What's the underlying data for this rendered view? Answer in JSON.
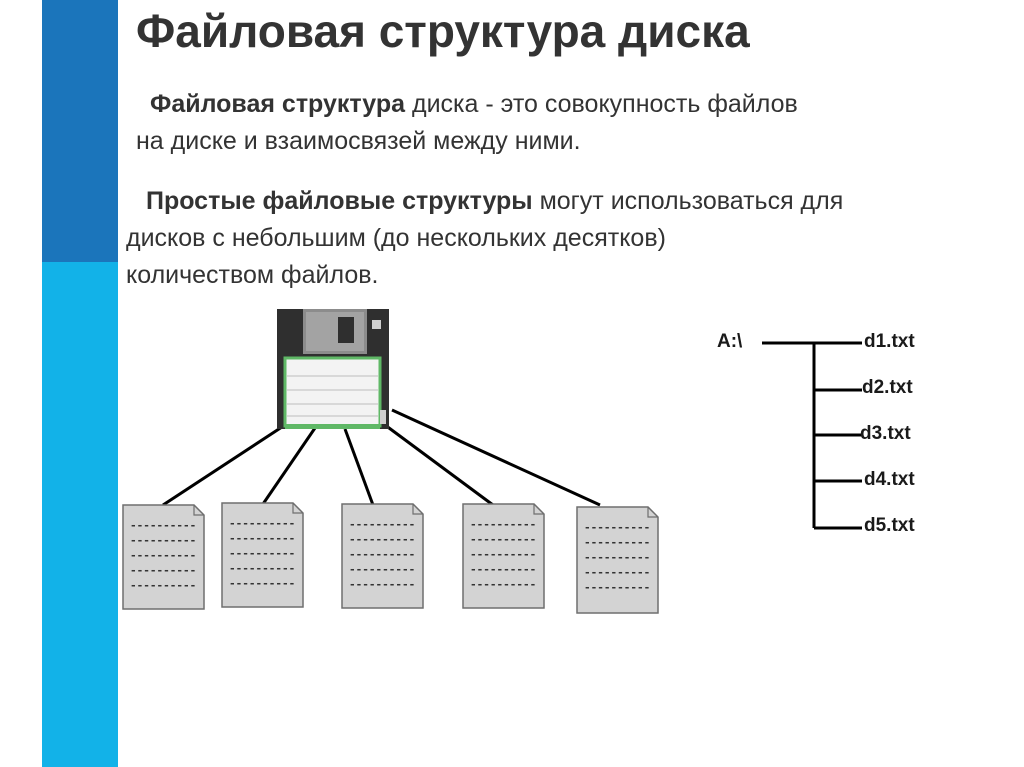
{
  "title": "Файловая структура диска",
  "paragraph1": {
    "bold": "Файловая структура",
    "text_line1": " диска - это совокупность файлов",
    "text_line2": "на диске и взаимосвязей между ними."
  },
  "paragraph2": {
    "bold": "Простые файловые структуры",
    "text_line1": " могут использоваться для",
    "text_line2": "дисков с небольшим (до нескольких десятков)",
    "text_line3": "количеством файлов."
  },
  "file_tree": {
    "root": "A:\\",
    "files": [
      "d1.txt",
      "d2.txt",
      "d3.txt",
      "d4.txt",
      "d5.txt"
    ]
  },
  "document_placeholder_line": "----------",
  "colors": {
    "sidebar_dark": "#1b75bb",
    "sidebar_light": "#12b2e8",
    "document_fill": "#d3d3d3",
    "floppy_body": "#2f2f2f",
    "floppy_label_border": "#5fb866"
  }
}
